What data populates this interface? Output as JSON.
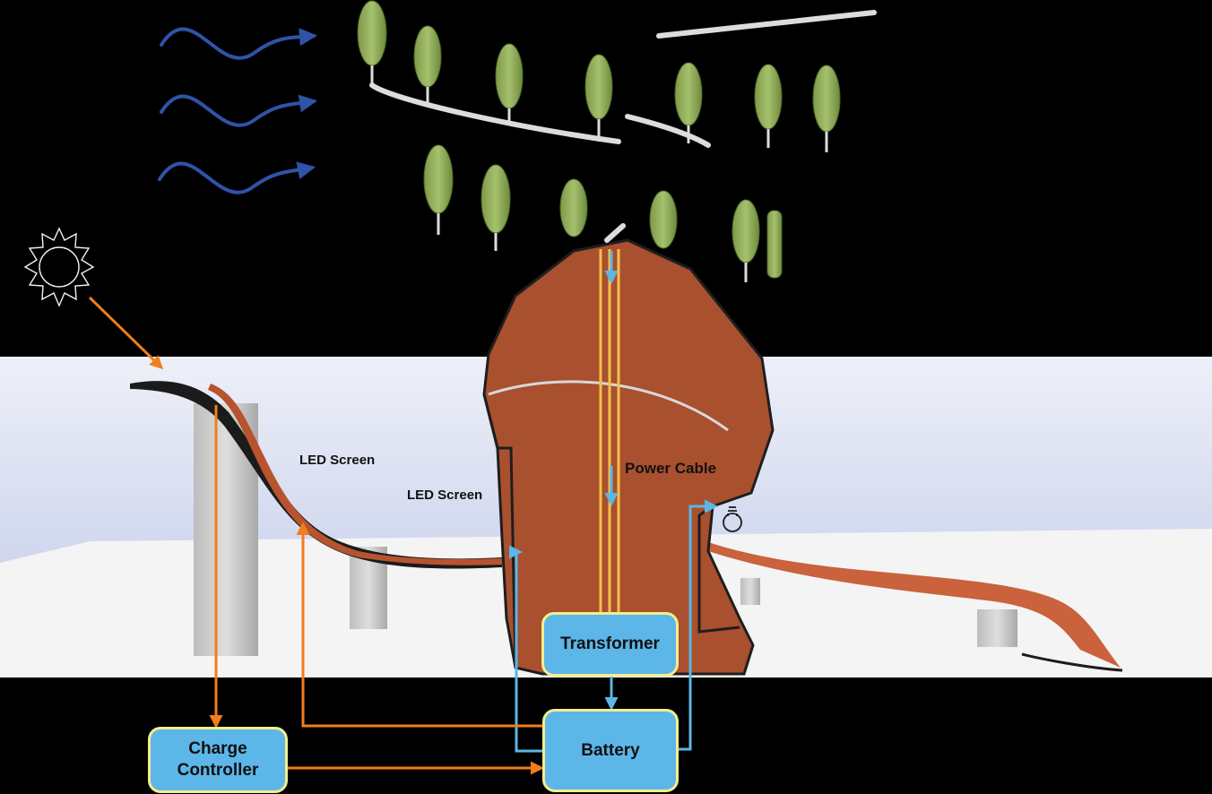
{
  "labels": {
    "led_screen_1": "LED Screen",
    "led_screen_2": "LED Screen",
    "power_cable": "Power Cable"
  },
  "boxes": {
    "transformer": "Transformer",
    "battery": "Battery",
    "charge_controller": "Charge\nController"
  },
  "icons": [
    "wind-icon",
    "sun-icon",
    "lightbulb-icon",
    "wind-turbine-tree-icon"
  ],
  "colors": {
    "flow_orange": "#f07e1c",
    "flow_blue": "#5cb6e6",
    "cable_yellow": "#f5c04a",
    "tower_brown": "#a9502f",
    "box_fill": "#5db6e8",
    "box_border": "#f4ee8c",
    "wind_blue": "#2f53a8"
  }
}
